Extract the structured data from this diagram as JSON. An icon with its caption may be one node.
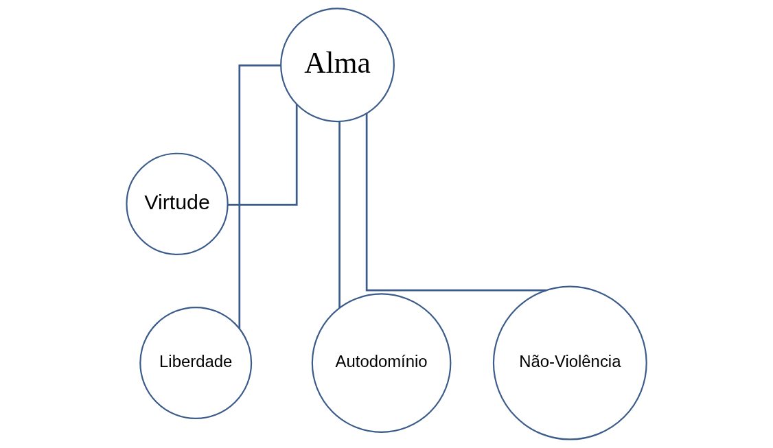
{
  "diagram": {
    "nodes": [
      {
        "text": [
          "Alma"
        ]
      },
      {
        "text": [
          "Virtude"
        ]
      },
      {
        "text": [
          "Autodomínio"
        ]
      },
      {
        "text": [
          "Liberdade"
        ]
      },
      {
        "text": [
          "Não-Violência"
        ]
      }
    ],
    "edges": [
      {
        "from": 0,
        "to": 1,
        "arrow": "none"
      },
      {
        "from": 0,
        "to": 2,
        "arrow": "none"
      },
      {
        "from": 0,
        "to": 3,
        "arrow": "none"
      },
      {
        "from": 0,
        "to": 4,
        "arrow": "none"
      }
    ]
  }
}
